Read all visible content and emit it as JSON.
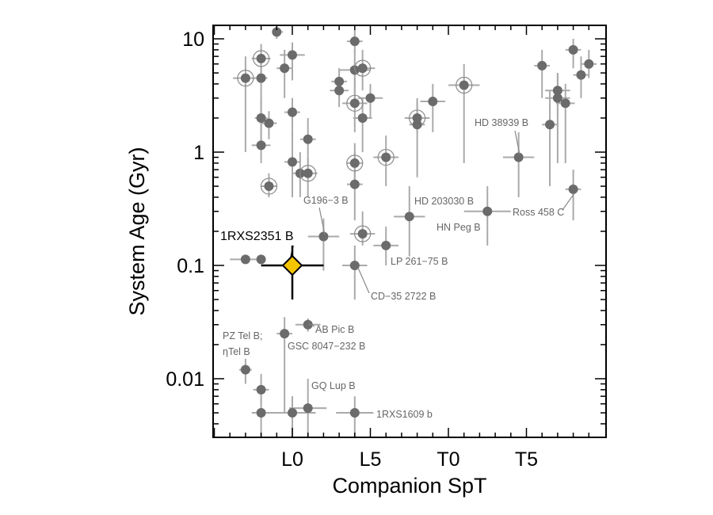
{
  "chart_data": {
    "type": "scatter",
    "xlabel": "Companion SpT",
    "ylabel": "System Age (Gyr)",
    "x_scale": "linear spectral type (M5 … T9)",
    "y_scale": "log",
    "xlim": [
      "M5",
      "T9.7"
    ],
    "ylim": [
      0.003,
      13
    ],
    "x_ticks": [
      {
        "value": "L0",
        "label": "L0"
      },
      {
        "value": "L5",
        "label": "L5"
      },
      {
        "value": "T0",
        "label": "T0"
      },
      {
        "value": "T5",
        "label": "T5"
      }
    ],
    "y_ticks": [
      {
        "value": 0.01,
        "label": "0.01"
      },
      {
        "value": 0.1,
        "label": "0.1"
      },
      {
        "value": 1,
        "label": "1"
      },
      {
        "value": 10,
        "label": "10"
      }
    ],
    "highlight": {
      "name": "1RXS2351 B",
      "spt": "L0",
      "age": 0.1,
      "spt_range": [
        "M8",
        "L2"
      ],
      "age_range": [
        0.05,
        0.15
      ],
      "color": "#f5c400"
    },
    "points": [
      {
        "spt": "M9",
        "age": 11.5,
        "x_err": [
          0.2,
          0.4
        ],
        "y_range": [
          10.0,
          12.5
        ]
      },
      {
        "spt": "M8",
        "age": 6.7,
        "x_err": [
          0.6,
          0.6
        ],
        "y_range": [
          4.5,
          9.0
        ],
        "circled": true
      },
      {
        "spt": "M8",
        "age": 4.5,
        "x_err": [
          0.4,
          0.4
        ],
        "y_range": [
          1.5,
          8.0
        ]
      },
      {
        "spt": "M7",
        "age": 4.5,
        "x_err": [
          0.8,
          0.8
        ],
        "y_range": [
          1.0,
          7.0
        ],
        "circled": true
      },
      {
        "spt": "L0",
        "age": 7.2,
        "x_err": [
          0.8,
          0.8
        ],
        "y_range": [
          4.3,
          9.3
        ]
      },
      {
        "spt": "M9.5",
        "age": 5.5,
        "x_err": [
          0.5,
          0.5
        ],
        "y_range": [
          3.0,
          8.0
        ]
      },
      {
        "spt": "M8",
        "age": 2.0,
        "x_err": [
          0.4,
          0.4
        ],
        "y_range": [
          1.2,
          3.0
        ]
      },
      {
        "spt": "M8.5",
        "age": 1.8,
        "x_err": [
          0.5,
          0.5
        ],
        "y_range": [
          1.3,
          2.3
        ]
      },
      {
        "spt": "M8",
        "age": 1.15,
        "x_err": [
          0.6,
          0.6
        ],
        "y_range": [
          0.8,
          1.5
        ]
      },
      {
        "spt": "L0",
        "age": 2.25,
        "x_err": [
          0.5,
          0.5
        ],
        "y_range": [
          1.6,
          3.0
        ]
      },
      {
        "spt": "L0",
        "age": 0.82,
        "x_err": [
          0.5,
          0.5
        ],
        "y_range": [
          0.4,
          1.6
        ]
      },
      {
        "spt": "L0.5",
        "age": 0.65,
        "x_err": [
          0.5,
          0.5
        ],
        "y_range": [
          0.4,
          1.0
        ]
      },
      {
        "spt": "L1",
        "age": 0.65,
        "x_err": [
          0.6,
          0.6
        ],
        "y_range": [
          0.4,
          0.9
        ],
        "circled": true
      },
      {
        "spt": "L1",
        "age": 1.3,
        "x_err": [
          0.5,
          0.5
        ],
        "y_range": [
          0.6,
          2.0
        ]
      },
      {
        "spt": "M8.5",
        "age": 0.5,
        "x_err": [
          0.5,
          0.5
        ],
        "y_range": [
          0.4,
          0.65
        ],
        "circled": true
      },
      {
        "spt": "L4",
        "age": 9.5,
        "x_err": [
          0.5,
          0.5
        ],
        "y_range": [
          7.5,
          12.0
        ]
      },
      {
        "spt": "L4",
        "age": 5.3,
        "x_err": [
          1.0,
          1.0
        ],
        "y_range": [
          3.0,
          8.0
        ]
      },
      {
        "spt": "L4.5",
        "age": 5.5,
        "x_err": [
          0.8,
          0.8
        ],
        "y_range": [
          3.5,
          8.0
        ],
        "circled": true
      },
      {
        "spt": "L3",
        "age": 4.2,
        "x_err": [
          0.5,
          0.5
        ],
        "y_range": [
          3.0,
          5.5
        ]
      },
      {
        "spt": "L3",
        "age": 3.5,
        "x_err": [
          0.6,
          0.6
        ],
        "y_range": [
          2.5,
          4.5
        ]
      },
      {
        "spt": "L4",
        "age": 2.7,
        "x_err": [
          0.8,
          0.8
        ],
        "y_range": [
          1.5,
          4.5
        ],
        "circled": true
      },
      {
        "spt": "L5",
        "age": 3.0,
        "x_err": [
          0.8,
          0.8
        ],
        "y_range": [
          2.0,
          4.0
        ]
      },
      {
        "spt": "L4.5",
        "age": 2.0,
        "x_err": [
          0.6,
          0.6
        ],
        "y_range": [
          1.0,
          3.0
        ]
      },
      {
        "spt": "L4",
        "age": 0.8,
        "x_err": [
          0.5,
          0.5
        ],
        "y_range": [
          0.5,
          1.2
        ],
        "circled": true
      },
      {
        "spt": "L6",
        "age": 0.9,
        "x_err": [
          0.8,
          0.8
        ],
        "y_range": [
          0.5,
          1.4
        ],
        "circled": true
      },
      {
        "spt": "L4",
        "age": 0.52,
        "x_err": [
          0.5,
          0.5
        ],
        "y_range": [
          0.25,
          1.0
        ]
      },
      {
        "spt": "L8",
        "age": 2.0,
        "x_err": [
          0.8,
          0.8
        ],
        "y_range": [
          1.5,
          2.8
        ],
        "circled": true
      },
      {
        "spt": "L8",
        "age": 1.75,
        "x_err": [
          0.5,
          0.5
        ],
        "y_range": [
          0.6,
          3.0
        ]
      },
      {
        "spt": "L9",
        "age": 2.8,
        "x_err": [
          0.8,
          0.8
        ],
        "y_range": [
          1.5,
          4.0
        ]
      },
      {
        "spt": "T1",
        "age": 3.9,
        "x_err": [
          1.0,
          1.0
        ],
        "y_range": [
          0.8,
          6.0
        ],
        "circled": true
      },
      {
        "spt": "T6",
        "age": 5.8,
        "x_err": [
          0.5,
          0.5
        ],
        "y_range": [
          3.0,
          8.0
        ]
      },
      {
        "spt": "T8",
        "age": 8.0,
        "x_err": [
          0.5,
          0.5
        ],
        "y_range": [
          5.5,
          10.0
        ]
      },
      {
        "spt": "T9",
        "age": 6.0,
        "x_err": [
          0.5,
          0.5
        ],
        "y_range": [
          4.5,
          8.0
        ]
      },
      {
        "spt": "T8.5",
        "age": 4.8,
        "x_err": [
          0.5,
          0.5
        ],
        "y_range": [
          3.0,
          7.0
        ]
      },
      {
        "spt": "T7",
        "age": 3.5,
        "x_err": [
          0.8,
          0.8
        ],
        "y_range": [
          2.0,
          5.0
        ]
      },
      {
        "spt": "T7",
        "age": 3.0,
        "x_err": [
          0.8,
          0.8
        ],
        "y_range": [
          0.8,
          5.0
        ]
      },
      {
        "spt": "T7.5",
        "age": 2.7,
        "x_err": [
          0.6,
          0.6
        ],
        "y_range": [
          0.8,
          4.0
        ]
      },
      {
        "spt": "T6.5",
        "age": 1.75,
        "x_err": [
          0.5,
          0.5
        ],
        "y_range": [
          0.5,
          3.5
        ]
      },
      {
        "spt": "T4.5",
        "age": 0.9,
        "x_err": [
          1.0,
          1.0
        ],
        "y_range": [
          0.4,
          1.5
        ]
      },
      {
        "spt": "T8",
        "age": 0.47,
        "x_err": [
          0.5,
          0.5
        ],
        "y_range": [
          0.25,
          0.7
        ]
      },
      {
        "spt": "T2.5",
        "age": 0.3,
        "x_err": [
          1.5,
          1.5
        ],
        "y_range": [
          0.15,
          0.5
        ]
      },
      {
        "spt": "L7.5",
        "age": 0.27,
        "x_err": [
          1.0,
          1.0
        ],
        "y_range": [
          0.12,
          0.5
        ]
      },
      {
        "spt": "L2",
        "age": 0.18,
        "x_err": [
          1.0,
          1.0
        ],
        "y_range": [
          0.09,
          0.26
        ]
      },
      {
        "spt": "L4.5",
        "age": 0.19,
        "x_err": [
          0.8,
          0.8
        ],
        "y_range": [
          0.15,
          0.3
        ],
        "circled": true
      },
      {
        "spt": "L6",
        "age": 0.15,
        "x_err": [
          0.8,
          0.8
        ],
        "y_range": [
          0.1,
          0.22
        ]
      },
      {
        "spt": "L4",
        "age": 0.1,
        "x_err": [
          0.8,
          0.8
        ],
        "y_range": [
          0.05,
          0.15
        ]
      },
      {
        "spt": "M7",
        "age": 0.113,
        "x_err": [
          1.0,
          1.0
        ],
        "y_range": [
          0.106,
          0.12
        ]
      },
      {
        "spt": "M8",
        "age": 0.113,
        "x_err": [
          0.3,
          0.3
        ],
        "y_range": [
          0.106,
          0.12
        ]
      },
      {
        "spt": "L1",
        "age": 0.03,
        "x_err": [
          0.8,
          0.8
        ],
        "y_range": [
          0.026,
          0.034
        ]
      },
      {
        "spt": "M9.5",
        "age": 0.025,
        "x_err": [
          0.5,
          0.5
        ],
        "y_range": [
          0.005,
          0.035
        ]
      },
      {
        "spt": "M7",
        "age": 0.012,
        "x_err": [
          0.4,
          0.4
        ],
        "y_range": [
          0.009,
          0.015
        ]
      },
      {
        "spt": "M8",
        "age": 0.008,
        "x_err": [
          0.5,
          0.5
        ],
        "y_range": [
          0.006,
          0.011
        ]
      },
      {
        "spt": "M8",
        "age": 0.005,
        "x_err": [
          0.6,
          0.6
        ],
        "y_range": [
          0.003,
          0.007
        ]
      },
      {
        "spt": "L0",
        "age": 0.005,
        "x_err": [
          1.5,
          1.5
        ],
        "y_range": [
          0.003,
          0.007
        ]
      },
      {
        "spt": "L1",
        "age": 0.0055,
        "x_err": [
          1.2,
          1.2
        ],
        "y_range": [
          0.003,
          0.01
        ]
      },
      {
        "spt": "L4",
        "age": 0.005,
        "x_err": [
          1.2,
          1.2
        ],
        "y_range": [
          0.003,
          0.007
        ]
      }
    ],
    "annotations": [
      {
        "text": "1RXS2351 B",
        "emphasis": true
      },
      {
        "text": "G196−3 B"
      },
      {
        "text": "HD 203030 B"
      },
      {
        "text": "HN Peg B"
      },
      {
        "text": "LP 261−75 B"
      },
      {
        "text": "CD−35 2722 B"
      },
      {
        "text": "HD 38939 B"
      },
      {
        "text": "Ross 458 C"
      },
      {
        "text": "PZ Tel B;"
      },
      {
        "text": "ηTel B"
      },
      {
        "text": "AB Pic B"
      },
      {
        "text": "GSC 8047−232 B"
      },
      {
        "text": "GQ Lup B"
      },
      {
        "text": "1RXS1609 b"
      }
    ],
    "colors": {
      "points": "#6b6b6b",
      "error_bars": "#aaaaaa",
      "highlight": "#f5c400",
      "highlight_edge": "#000000"
    }
  }
}
